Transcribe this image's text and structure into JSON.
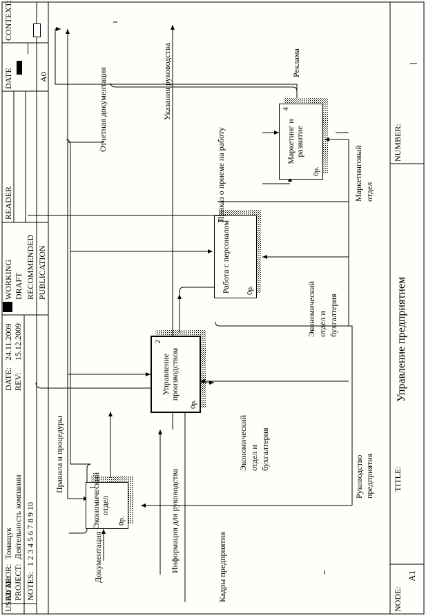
{
  "header": {
    "used_at_label": "USED AT:",
    "author_label": "AUTHOR:",
    "author": "Томащук",
    "project_label": "PROJECT:",
    "project": "Деятельность компании",
    "date_label": "DATE:",
    "date": "24.11.2009",
    "rev_label": "REV:",
    "rev": "15.12.2009",
    "notes_label": "NOTES:",
    "notes": "1 2 3 4 5 6 7 8 9 10",
    "status": [
      "WORKING",
      "DRAFT",
      "RECOMMENDED",
      "PUBLICATION"
    ],
    "reader_label": "READER",
    "date_col_label": "DATE",
    "context_label": "CONTEXT:",
    "context_node": "A0"
  },
  "footer": {
    "node_label": "NODE:",
    "node": "A1",
    "title_label": "TITLE:",
    "title": "Управление  предприятием",
    "number_label": "NUMBER:"
  },
  "boxes": [
    {
      "name": "Экономический отдел",
      "num": "1",
      "cost": "0р."
    },
    {
      "name": "Управление производством",
      "num": "2",
      "cost": "0р."
    },
    {
      "name": "Работа с персоналом",
      "num": "3",
      "cost": "0р."
    },
    {
      "name": "Маркетинг и развитие",
      "num": "4",
      "cost": "0р."
    }
  ],
  "arrows": {
    "docs": "Документация",
    "rules": "Правила и процедуры",
    "info": "Информация для руководства",
    "cadres": "Кадры предприятия",
    "econ1_l1": "Экономический",
    "econ1_l2": "отдел и",
    "econ1_l3": "бухгалтерия",
    "econ2_l1": "Экономический",
    "econ2_l2": "отдел и",
    "econ2_l3": "бухгалтерия",
    "mgmt_l1": "Руководство",
    "mgmt_l2": "предприятия",
    "order": "Приказ о приеме на работу",
    "instructions": "Указания руководства",
    "reports": "Отчетная документация",
    "marketing_l1": "Маркетинговый",
    "marketing_l2": "отдел",
    "ads": "Реклама"
  }
}
